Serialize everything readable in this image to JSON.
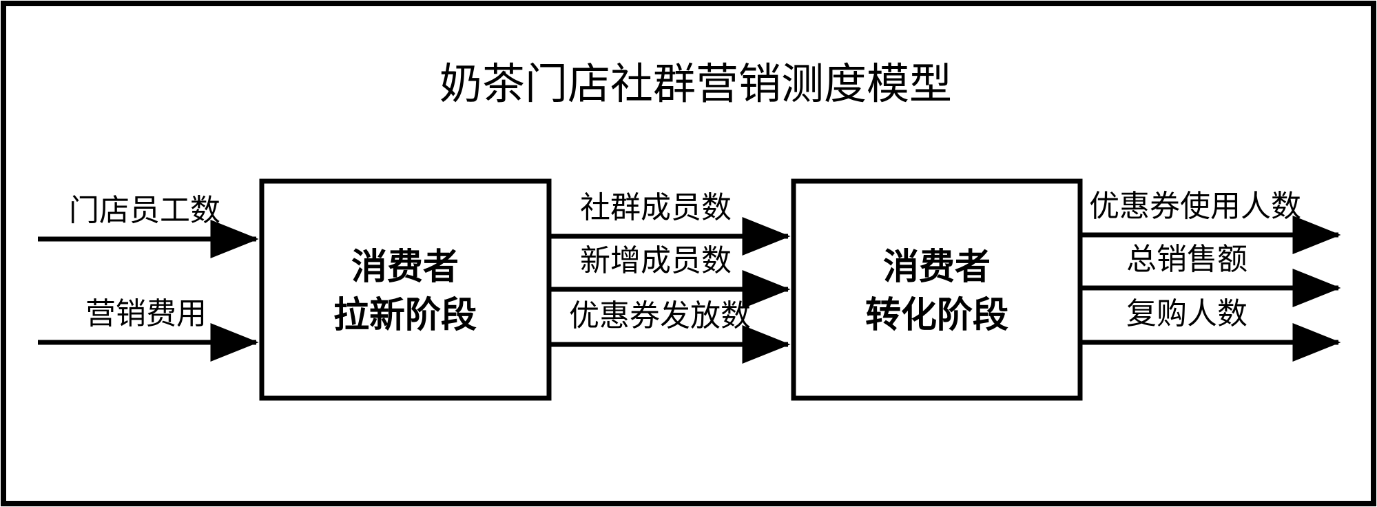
{
  "title": "奶茶门店社群营销测度模型",
  "boxes": {
    "acquisition": {
      "line1": "消费者",
      "line2": "拉新阶段"
    },
    "conversion": {
      "line1": "消费者",
      "line2": "转化阶段"
    }
  },
  "inputs": {
    "0": {
      "label": "门店员工数"
    },
    "1": {
      "label": "营销费用"
    }
  },
  "middle": {
    "0": {
      "label": "社群成员数"
    },
    "1": {
      "label": "新增成员数"
    },
    "2": {
      "label": "优惠券发放数"
    }
  },
  "outputs": {
    "0": {
      "label": "优惠券使用人数"
    },
    "1": {
      "label": "总销售额"
    },
    "2": {
      "label": "复购人数"
    }
  },
  "colors": {
    "line": "#000000",
    "background": "#ffffff"
  }
}
